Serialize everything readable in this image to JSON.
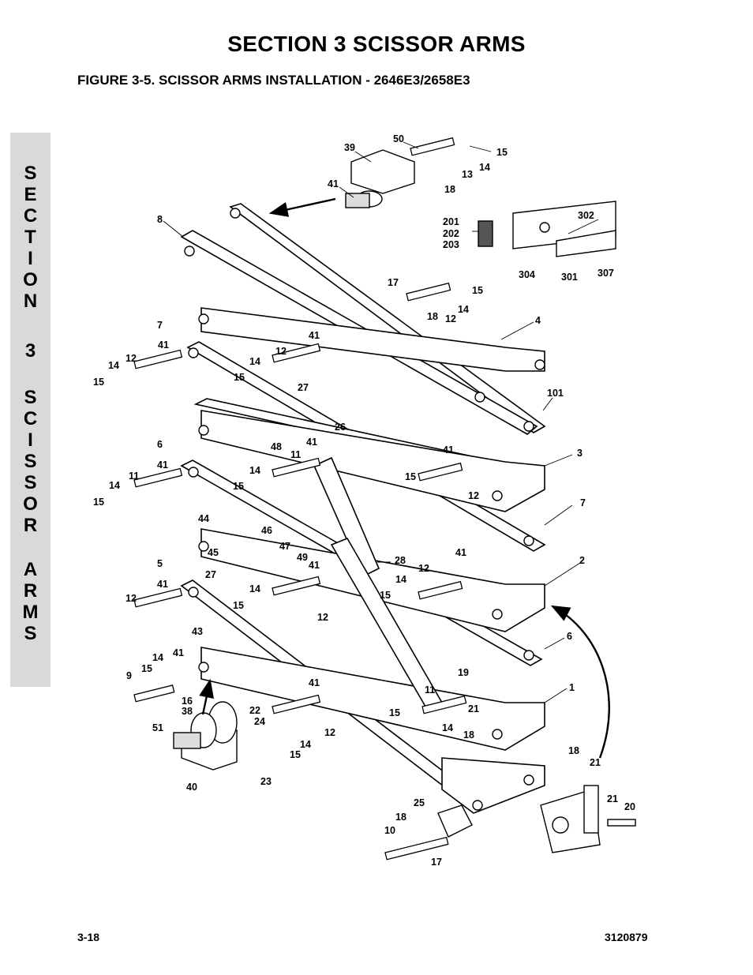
{
  "header": {
    "section_title": "SECTION 3  SCISSOR ARMS",
    "figure_title": "FIGURE 3-5.    SCISSOR ARMS INSTALLATION - 2646E3/2658E3"
  },
  "side_tab": {
    "letters": [
      "S",
      "E",
      "C",
      "T",
      "I",
      "O",
      "N",
      "",
      "3",
      "",
      "S",
      "C",
      "I",
      "S",
      "S",
      "O",
      "R",
      "",
      "A",
      "R",
      "M",
      "S"
    ]
  },
  "callouts": [
    "50",
    "39",
    "15",
    "14",
    "13",
    "41",
    "18",
    "8",
    "201",
    "202",
    "203",
    "302",
    "304",
    "301",
    "307",
    "17",
    "15",
    "14",
    "18",
    "12",
    "4",
    "7",
    "41",
    "12",
    "14",
    "15",
    "14",
    "41",
    "15",
    "12",
    "27",
    "26",
    "101",
    "6",
    "48",
    "11",
    "41",
    "41",
    "3",
    "14",
    "15",
    "41",
    "11",
    "14",
    "15",
    "15",
    "12",
    "7",
    "44",
    "46",
    "47",
    "45",
    "49",
    "41",
    "27",
    "5",
    "28",
    "41",
    "12",
    "2",
    "41",
    "14",
    "12",
    "14",
    "15",
    "15",
    "12",
    "43",
    "6",
    "41",
    "14",
    "15",
    "9",
    "16",
    "38",
    "41",
    "19",
    "11",
    "21",
    "1",
    "51",
    "22",
    "24",
    "15",
    "14",
    "18",
    "12",
    "14",
    "15",
    "23",
    "40",
    "18",
    "21",
    "21",
    "20",
    "25",
    "18",
    "10",
    "17"
  ],
  "footer": {
    "page_number": "3-18",
    "doc_number": "3120879"
  }
}
